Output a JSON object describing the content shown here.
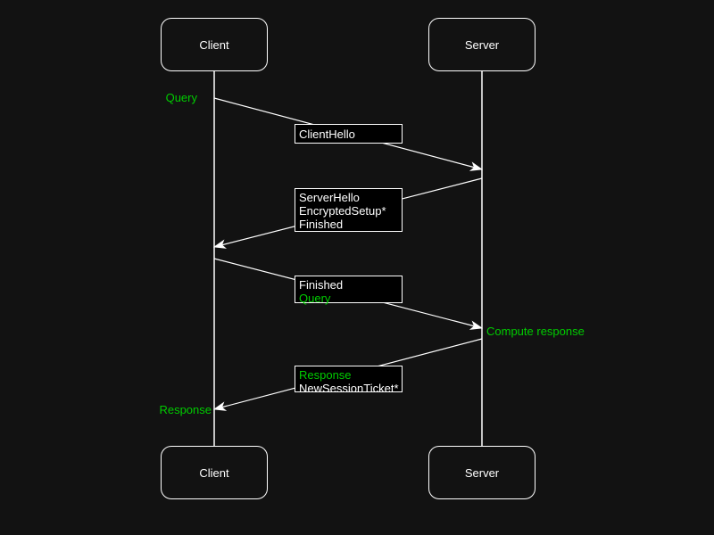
{
  "colors": {
    "background": "#121212",
    "line": "#ffffff",
    "text": "#ffffff",
    "green": "#00cc00",
    "message_box_fill": "#000000"
  },
  "actors": {
    "client_top": "Client",
    "server_top": "Server",
    "client_bottom": "Client",
    "server_bottom": "Server"
  },
  "messages": {
    "client_hello": {
      "direction": "client-to-server",
      "lines": [
        {
          "text": "ClientHello",
          "color": "#ffffff"
        }
      ]
    },
    "server_hello": {
      "direction": "server-to-client",
      "lines": [
        {
          "text": "ServerHello",
          "color": "#ffffff"
        },
        {
          "text": "EncryptedSetup*",
          "color": "#ffffff"
        },
        {
          "text": "Finished",
          "color": "#ffffff"
        }
      ]
    },
    "finished_query": {
      "direction": "client-to-server",
      "lines": [
        {
          "text": "Finished",
          "color": "#ffffff"
        },
        {
          "text": "Query",
          "color": "#00cc00"
        }
      ]
    },
    "response_ticket": {
      "direction": "server-to-client",
      "lines": [
        {
          "text": "Response",
          "color": "#00cc00"
        },
        {
          "text": "NewSessionTicket*",
          "color": "#ffffff"
        }
      ]
    }
  },
  "annotations": {
    "query": {
      "text": "Query",
      "color": "#00cc00"
    },
    "compute_response": {
      "text": "Compute response",
      "color": "#00cc00"
    },
    "response": {
      "text": "Response",
      "color": "#00cc00"
    }
  }
}
